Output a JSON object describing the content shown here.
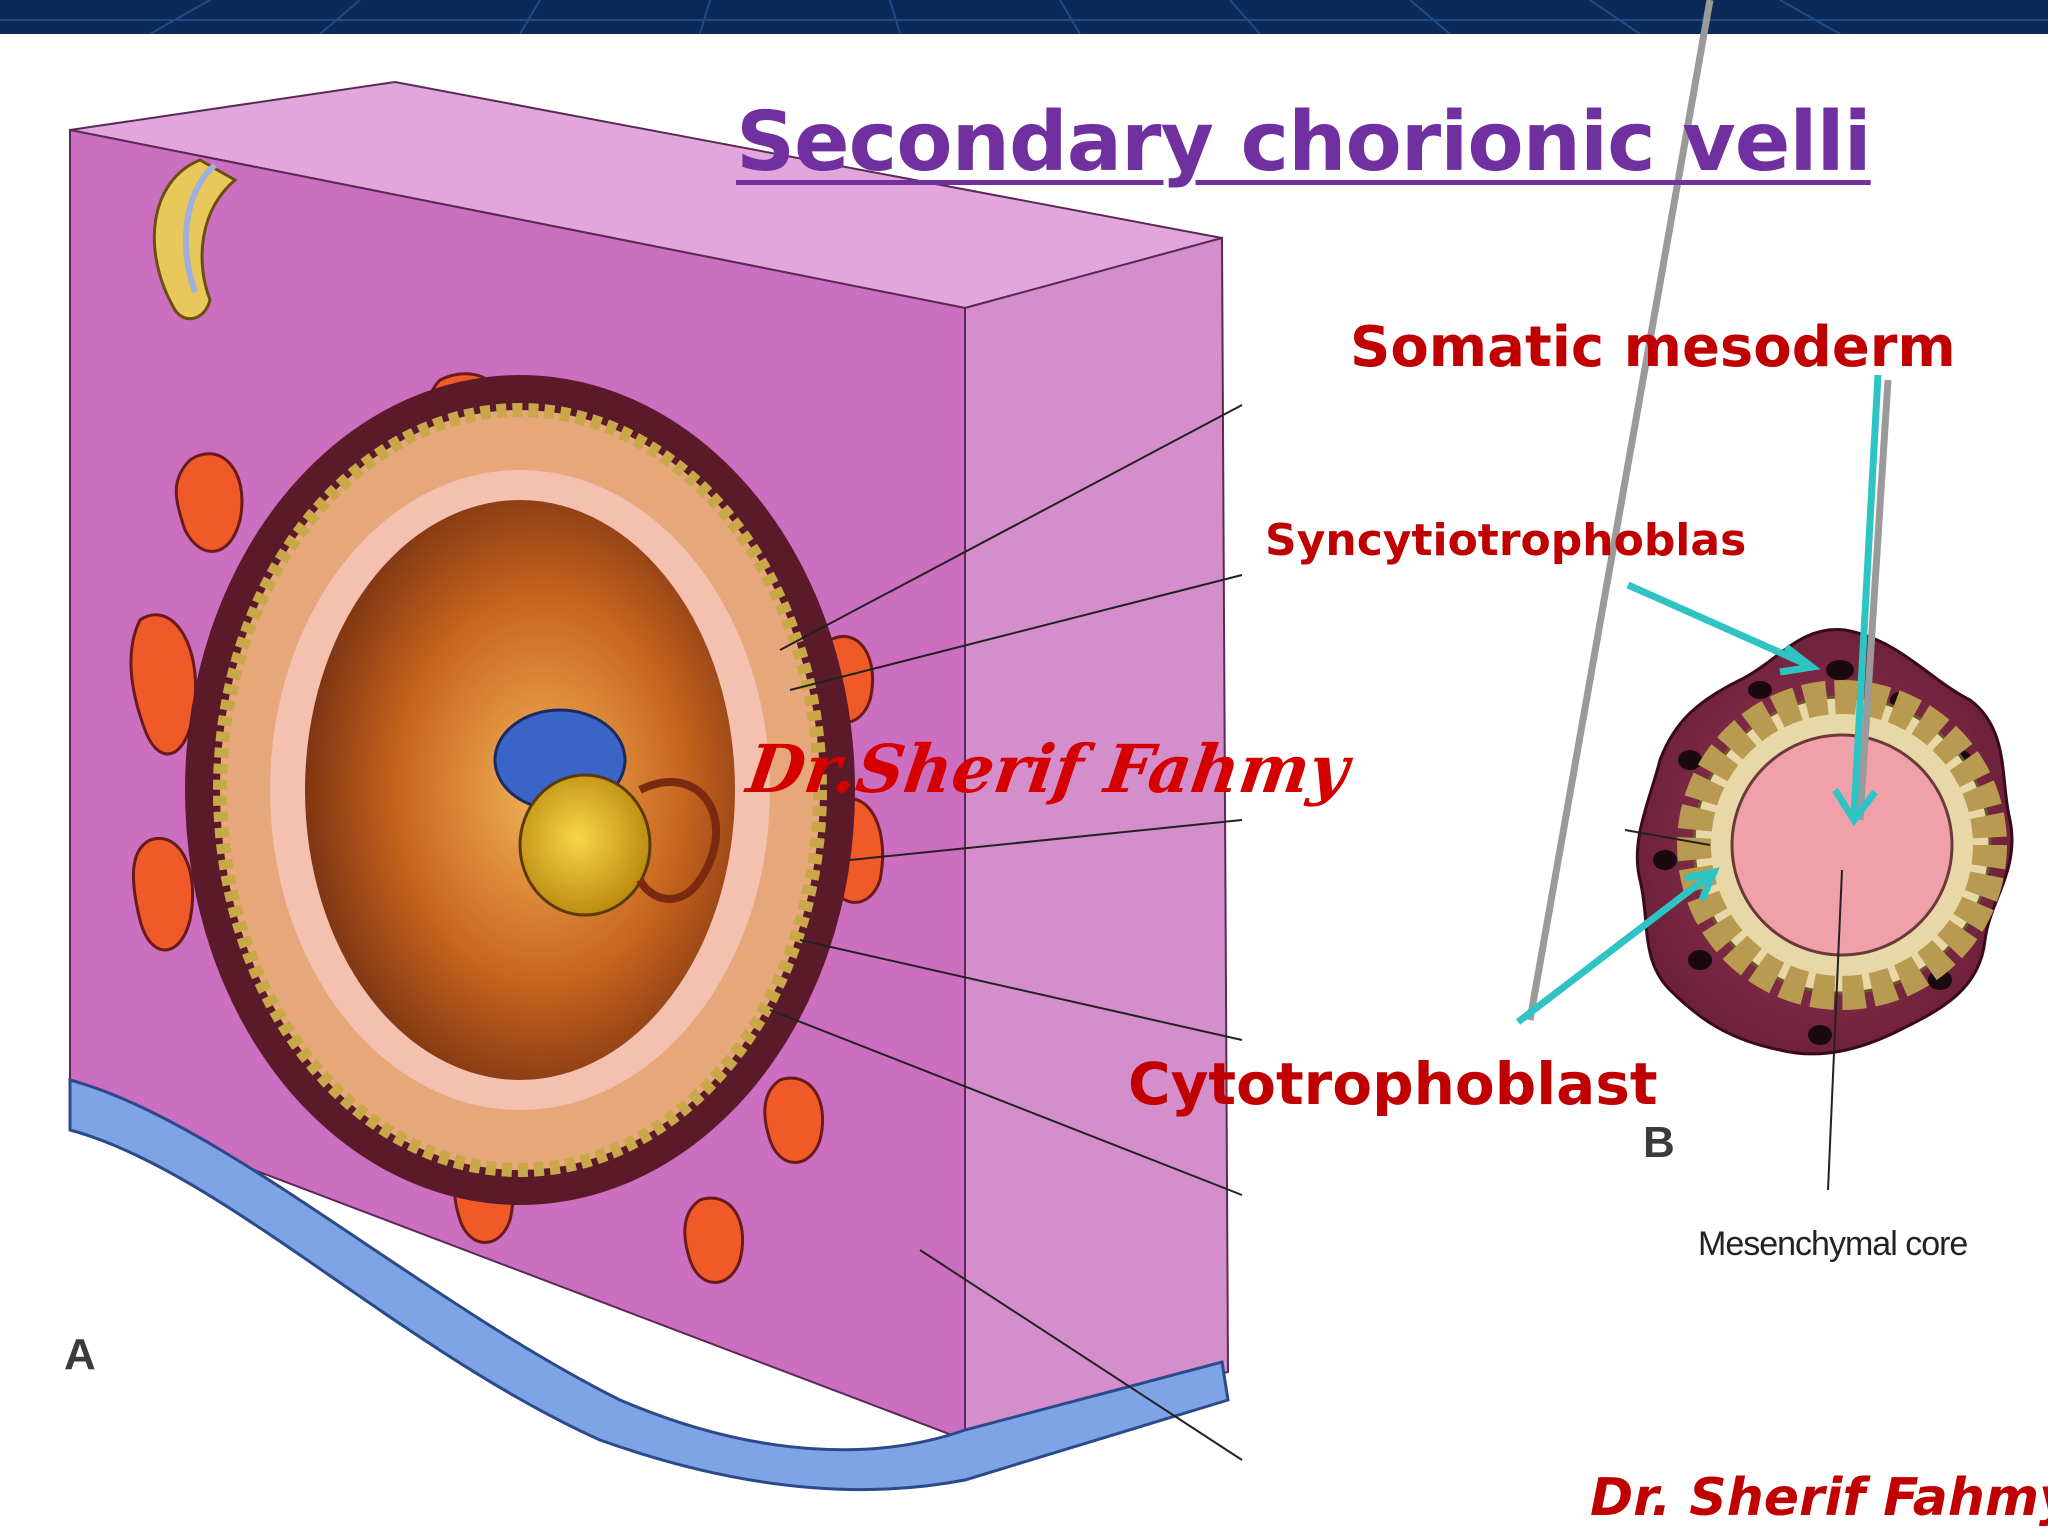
{
  "title": "Secondary chorionic velli",
  "labels": {
    "somatic_mesoderm": "Somatic mesoderm",
    "syncytiotrophoblast": "Syncytiotrophoblas",
    "cytotrophoblast": "Cytotrophoblast",
    "mesenchymal_core": "Mesenchymal core"
  },
  "panels": {
    "a": "A",
    "b": "B"
  },
  "watermarks": {
    "center": "Dr.Sherif Fahmy",
    "corner": "Dr. Sherif Fahmy"
  },
  "colors": {
    "title": "#7030a0",
    "label_red": "#c00000",
    "pointer_arrow": "#2ec4c4",
    "decidua": "#d77fc9",
    "lacunae": "#f05a28",
    "villus_outer": "#7a2a45",
    "mesenchymal_core": "#f0a0a8"
  }
}
